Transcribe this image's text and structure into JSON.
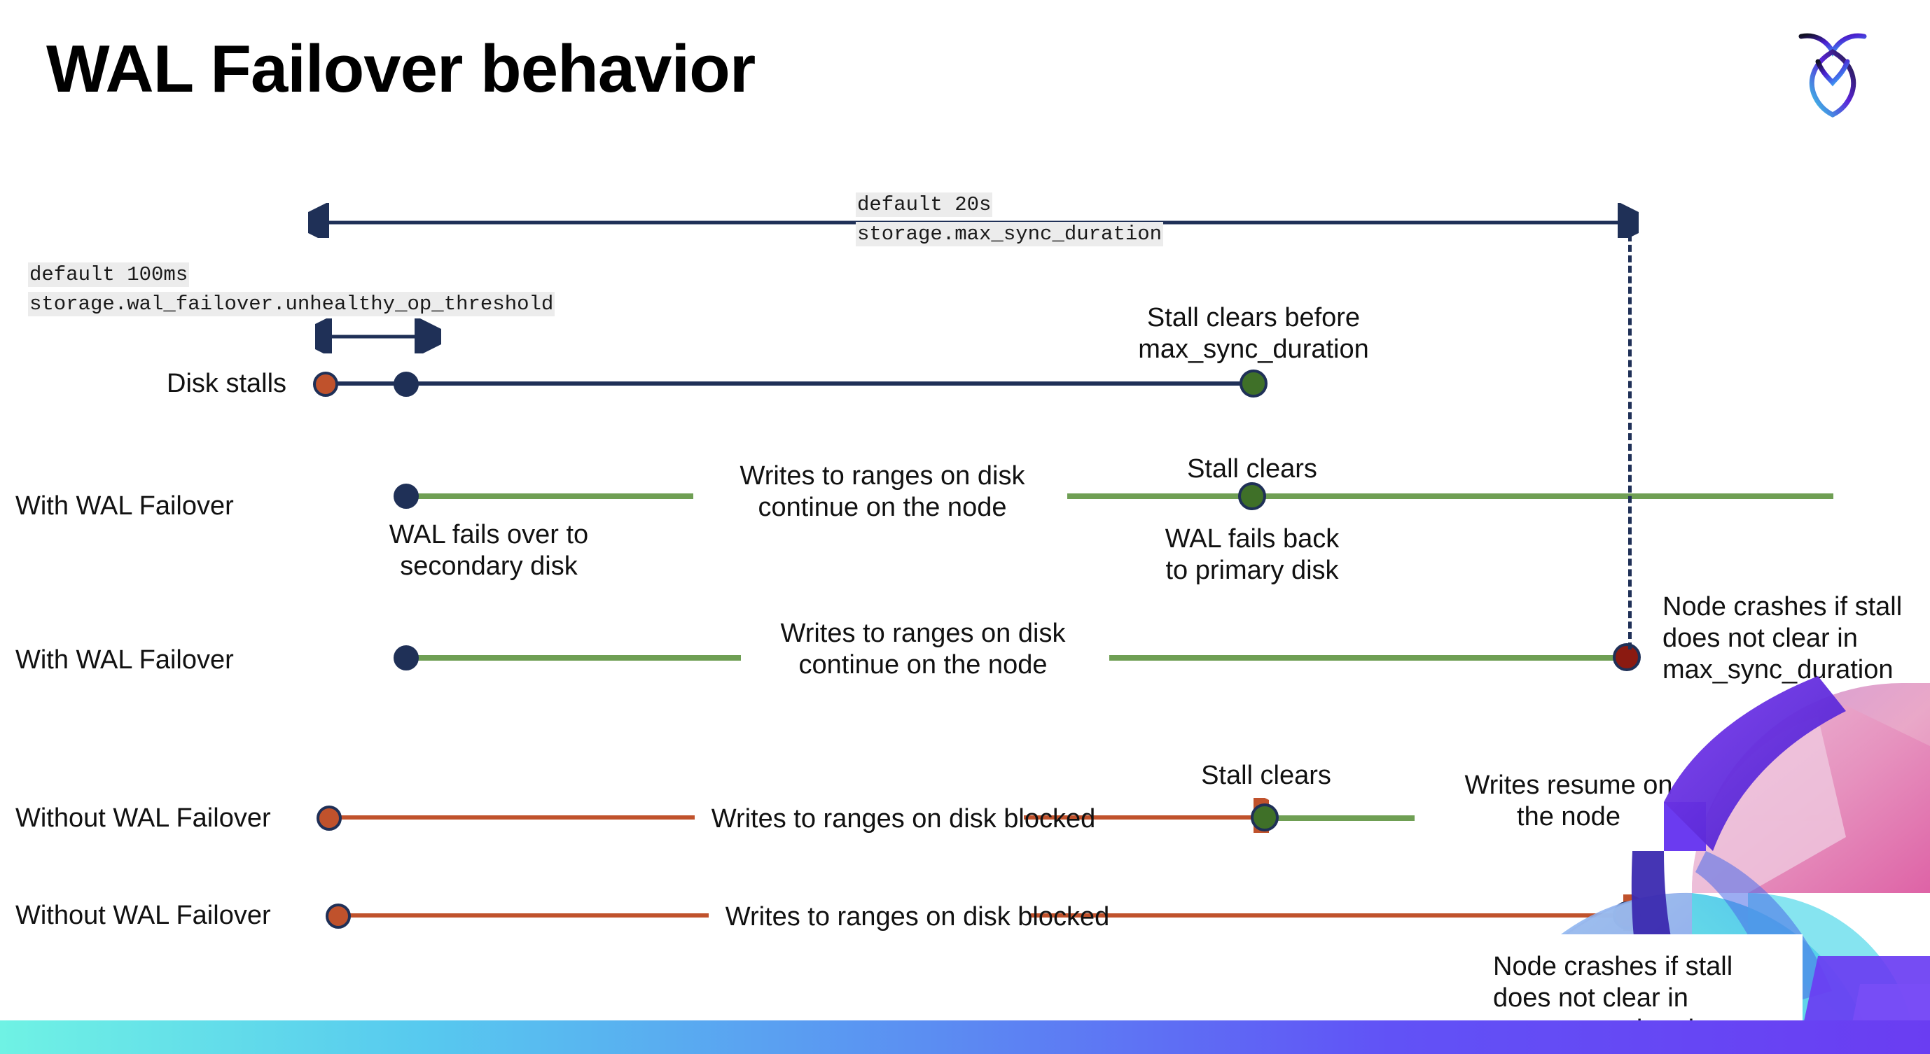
{
  "slide": {
    "title": "WAL Failover behavior",
    "logo_name": "cockroachdb-logo"
  },
  "colors": {
    "navy": "#1f3057",
    "green_line": "#6f9f54",
    "green_dot": "#3f7028",
    "orange": "#c0522c",
    "dark_red": "#8b1a11",
    "code_bg": "#ececec",
    "bar_start": "#6ff2e4",
    "bar_end": "#6a3df2"
  },
  "annotations": {
    "max_sync": {
      "line1": "default 20s",
      "line2": "storage.max_sync_duration"
    },
    "unhealthy_threshold": {
      "line1": "default 100ms",
      "line2": "storage.wal_failover.unhealthy_op_threshold"
    }
  },
  "rows": [
    {
      "label": "Disk stalls",
      "notes": [
        {
          "line1": "Stall clears before",
          "line2": "max_sync_duration"
        }
      ]
    },
    {
      "label": "With WAL Failover",
      "notes": [
        {
          "line1": "Writes to ranges on disk",
          "line2": "continue on the node"
        },
        {
          "line1": "Stall clears",
          "line2": ""
        },
        {
          "line1": "WAL fails over to",
          "line2": "secondary disk"
        },
        {
          "line1": "WAL fails  back",
          "line2": "to primary disk"
        }
      ]
    },
    {
      "label": "With WAL Failover",
      "notes": [
        {
          "line1": "Writes to ranges on disk",
          "line2": "continue on the node"
        },
        {
          "line1": "Node crashes if stall",
          "line2": "does not clear in",
          "line3": "max_sync_duration"
        }
      ]
    },
    {
      "label": "Without WAL Failover",
      "notes": [
        {
          "line1": "Writes to ranges on disk  blocked",
          "line2": ""
        },
        {
          "line1": "Stall clears",
          "line2": ""
        },
        {
          "line1": "Writes resume on",
          "line2": "the node"
        }
      ]
    },
    {
      "label": "Without WAL Failover",
      "notes": [
        {
          "line1": "Writes to ranges on disk  blocked",
          "line2": ""
        },
        {
          "line1": "Node crashes if stall",
          "line2": "does not clear in",
          "line3": "max_sync_duration"
        }
      ]
    }
  ],
  "text": {
    "max_sync_default": "default 20s",
    "max_sync_setting": "storage.max_sync_duration",
    "unhealthy_default": "default 100ms",
    "unhealthy_setting": "storage.wal_failover.unhealthy_op_threshold",
    "disk_stalls": "Disk stalls",
    "with_wal_failover_1": "With WAL Failover",
    "with_wal_failover_2": "With WAL Failover",
    "without_wal_failover_1": "Without WAL Failover",
    "without_wal_failover_2": "Without WAL Failover",
    "stall_clears_before_l1": "Stall clears before",
    "stall_clears_before_l2": "max_sync_duration",
    "writes_continue_l1": "Writes to ranges on disk",
    "writes_continue_l2": "continue on the node",
    "stall_clears_r2": "Stall clears",
    "wal_fails_over_l1": "WAL fails over to",
    "wal_fails_over_l2": "secondary disk",
    "wal_fails_back_l1": "WAL fails  back",
    "wal_fails_back_l2": "to primary disk",
    "writes_continue2_l1": "Writes to ranges on disk",
    "writes_continue2_l2": "continue on the node",
    "node_crashes_l1": "Node crashes if stall",
    "node_crashes_l2": "does not clear in",
    "node_crashes_l3": "max_sync_duration",
    "writes_blocked_1": "Writes to ranges on disk  blocked",
    "stall_clears_r4": "Stall clears",
    "writes_resume_l1": "Writes resume on",
    "writes_resume_l2": "the node",
    "writes_blocked_2": "Writes to ranges on disk  blocked",
    "node_crashes2_l1": "Node crashes if stall",
    "node_crashes2_l2": "does not clear in",
    "node_crashes2_l3": "max_sync_duration"
  }
}
